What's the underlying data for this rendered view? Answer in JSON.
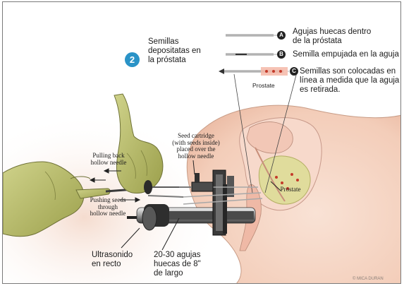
{
  "step_number": "2",
  "step_caption": "Semillas\ndepositatas en\nla próstata",
  "legend": [
    {
      "badge": "A",
      "text": "Agujas huecas dentro\nde la próstata"
    },
    {
      "badge": "B",
      "text": "Semilla empujada en la aguja"
    },
    {
      "badge": "C",
      "text": "Semillas son colocadas en\nlínea a medida que la aguja\nes retirada."
    }
  ],
  "inset_prostate_label": "Prostate",
  "anatomy_prostate_label": "Prostate",
  "labels": {
    "seed_cartridge": "Seed cartridge\n(with seeds inside)\nplaced over the\nhollow needle",
    "pulling_back": "Pulling back\nhollow needle",
    "pushing_seeds": "Pushing seeds\nthrough\nhollow needle",
    "ultrasound": "Ultrasonido\nen recto",
    "needles": "20-30 agujas\nhuecas de 8\"\nde largo"
  },
  "signature": "© MICA DURAN",
  "colors": {
    "skin": "#f6d6c4",
    "skin_dark": "#e8b49c",
    "glove": "#b8bc6a",
    "prostate": "#e0dc9c",
    "badge_blue": "#2a93c7"
  }
}
